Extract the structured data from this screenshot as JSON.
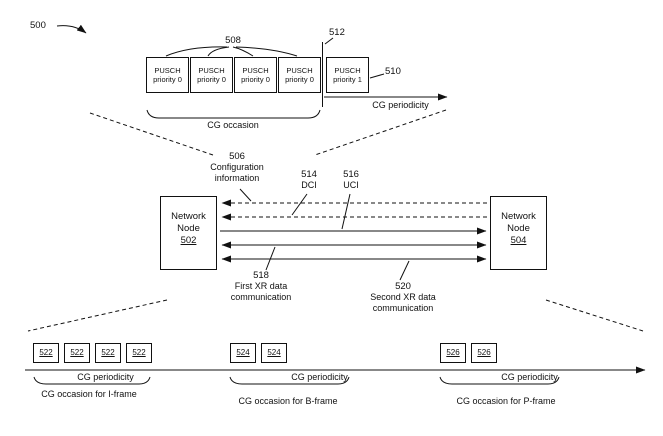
{
  "figure": {
    "ref": "500"
  },
  "top": {
    "ref_group": "508",
    "ref_boundary": "512",
    "ref_last_box": "510",
    "boxes": [
      {
        "title": "PUSCH",
        "subtitle": "priority 0"
      },
      {
        "title": "PUSCH",
        "subtitle": "priority 0"
      },
      {
        "title": "PUSCH",
        "subtitle": "priority 0"
      },
      {
        "title": "PUSCH",
        "subtitle": "priority 0"
      },
      {
        "title": "PUSCH",
        "subtitle": "priority 1"
      }
    ],
    "cg_occasion": "CG occasion",
    "cg_periodicity": "CG periodicity"
  },
  "middle": {
    "config": {
      "ref": "506",
      "line1": "Configuration",
      "line2": "information"
    },
    "dci": {
      "ref": "514",
      "label": "DCI"
    },
    "uci": {
      "ref": "516",
      "label": "UCI"
    },
    "first_xr": {
      "ref": "518",
      "line1": "First XR data",
      "line2": "communication"
    },
    "second_xr": {
      "ref": "520",
      "line1": "Second XR data",
      "line2": "communication"
    },
    "left_node": {
      "line1": "Network",
      "line2": "Node",
      "ref": "502"
    },
    "right_node": {
      "line1": "Network",
      "line2": "Node",
      "ref": "504"
    }
  },
  "bottom": {
    "groups": [
      {
        "box_refs": [
          "522",
          "522",
          "522",
          "522"
        ],
        "periodicity": "CG periodicity",
        "occasion": "CG occasion for I-frame"
      },
      {
        "box_refs": [
          "524",
          "524"
        ],
        "periodicity": "CG periodicity",
        "occasion": "CG occasion for B-frame"
      },
      {
        "box_refs": [
          "526",
          "526"
        ],
        "periodicity": "CG periodicity",
        "occasion": "CG occasion for P-frame"
      }
    ]
  }
}
